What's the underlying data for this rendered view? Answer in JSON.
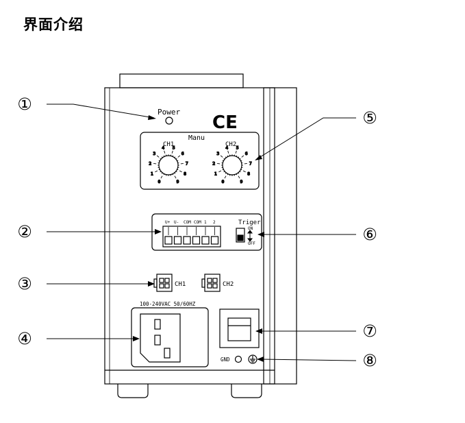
{
  "title": "界面介绍",
  "callouts": [
    {
      "num": "①",
      "target": "power-indicator"
    },
    {
      "num": "②",
      "target": "terminal-block"
    },
    {
      "num": "③",
      "target": "ch1-connector"
    },
    {
      "num": "④",
      "target": "ac-inlet"
    },
    {
      "num": "⑤",
      "target": "manual-knobs"
    },
    {
      "num": "⑥",
      "target": "trigger-switch"
    },
    {
      "num": "⑦",
      "target": "power-switch"
    },
    {
      "num": "⑧",
      "target": "ground-terminal"
    }
  ],
  "panel": {
    "power_label": "Power",
    "ce_mark": "CE",
    "manu_label": "Manu",
    "knobs": [
      {
        "label": "CH1",
        "scale": [
          "0",
          "1",
          "2",
          "3",
          "4",
          "5",
          "6",
          "7",
          "8",
          "9"
        ]
      },
      {
        "label": "CH2",
        "scale": [
          "0",
          "1",
          "2",
          "3",
          "4",
          "5",
          "6",
          "7",
          "8",
          "9"
        ]
      }
    ],
    "terminal_labels": [
      "U+",
      "U-",
      "COM",
      "COM",
      "1",
      "2"
    ],
    "trigger_label": "Triger",
    "trigger_on": "ON",
    "trigger_off": "OFF",
    "connectors": [
      "CH1",
      "CH2"
    ],
    "voltage_label": "100-240VAC 50/60HZ",
    "gnd_label": "GND"
  }
}
